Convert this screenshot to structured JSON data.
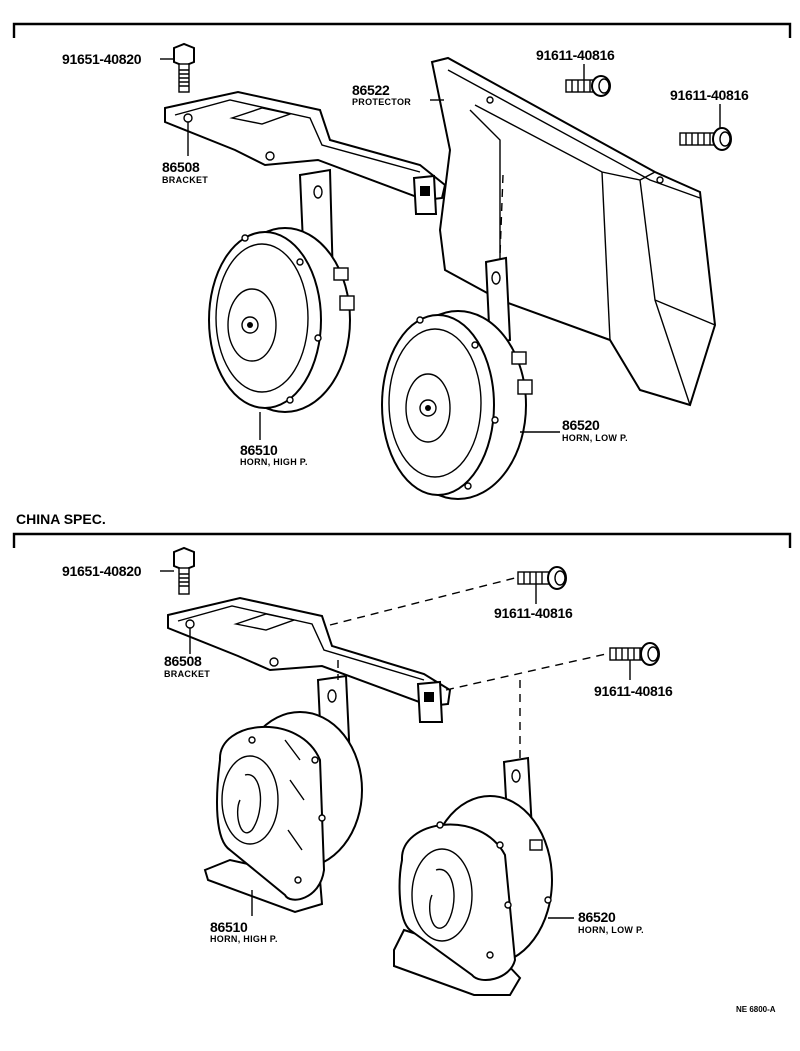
{
  "section_bottom_title": "CHINA SPEC.",
  "footer_code": "NE 6800-A",
  "top": {
    "bolt_main_number": "91651-40820",
    "protector_number": "86522",
    "protector_name": "PROTECTOR",
    "bolt_a_number": "91611-40816",
    "bolt_b_number": "91611-40816",
    "bracket_number": "86508",
    "bracket_name": "BRACKET",
    "horn_high_number": "86510",
    "horn_high_name": "HORN, HIGH P.",
    "horn_low_number": "86520",
    "horn_low_name": "HORN, LOW P."
  },
  "bottom": {
    "bolt_main_number": "91651-40820",
    "bolt_a_number": "91611-40816",
    "bolt_b_number": "91611-40816",
    "bracket_number": "86508",
    "bracket_name": "BRACKET",
    "horn_high_number": "86510",
    "horn_high_name": "HORN, HIGH P.",
    "horn_low_number": "86520",
    "horn_low_name": "HORN, LOW P."
  }
}
